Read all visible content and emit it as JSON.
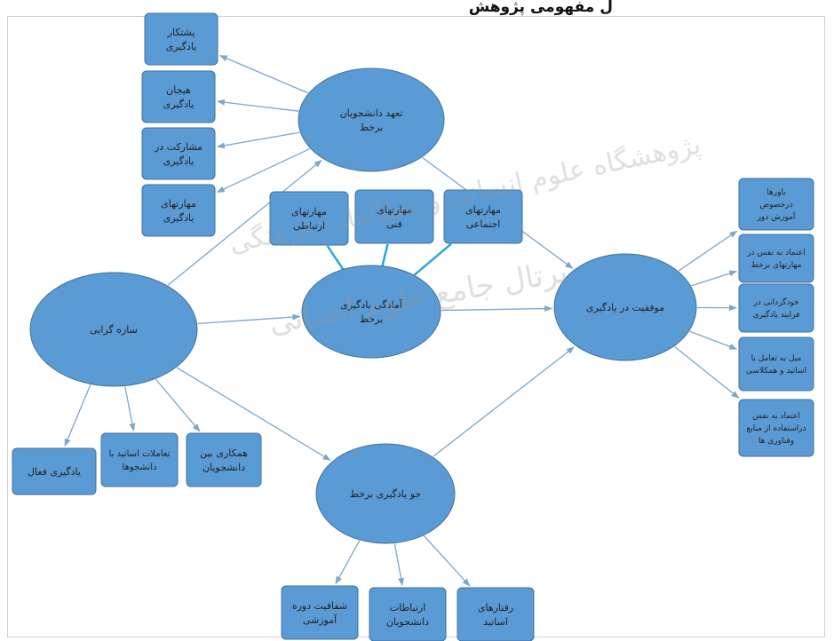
{
  "header": {
    "title_fragment": "ل مفهومی پژوهش"
  },
  "watermark": {
    "line1": "پژوهشگاه علوم انسانی و مطالعات فرهنگی",
    "line2": "پرتال جامع علوم انسانی"
  },
  "colors": {
    "fill": "#5b9bd5",
    "stroke": "#41719c",
    "arrow": "#7fa6c9",
    "teal": "#2aa8d6",
    "text": "#1f1f1f"
  },
  "nodes": [
    {
      "id": "commitment",
      "shape": "ellipse",
      "lines": [
        "تعهد دانشجویان",
        "برخط"
      ]
    },
    {
      "id": "partner",
      "shape": "rect",
      "lines": [
        "پشتکار",
        "یادگیری"
      ]
    },
    {
      "id": "excitement",
      "shape": "rect",
      "lines": [
        "هیجان",
        "یادگیری"
      ]
    },
    {
      "id": "participation",
      "shape": "rect",
      "lines": [
        "مشارکت در",
        "یادگیری"
      ]
    },
    {
      "id": "learning-skills",
      "shape": "rect",
      "lines": [
        "مهارتهای",
        "یادگیری"
      ]
    },
    {
      "id": "comm-skills",
      "shape": "rect",
      "lines": [
        "مهارتهای",
        "ارتباطی"
      ]
    },
    {
      "id": "tech-skills",
      "shape": "rect",
      "lines": [
        "مهارتهای",
        "فنی"
      ]
    },
    {
      "id": "social-skills",
      "shape": "rect",
      "lines": [
        "مهارتهای",
        "اجتماعی"
      ]
    },
    {
      "id": "readiness",
      "shape": "ellipse",
      "lines": [
        "آمادگی یادگیری",
        "برخط"
      ]
    },
    {
      "id": "constructivism",
      "shape": "ellipse",
      "lines": [
        "سازه گرایی"
      ]
    },
    {
      "id": "success",
      "shape": "ellipse",
      "lines": [
        "موفقیت در یادگیری"
      ]
    },
    {
      "id": "climate",
      "shape": "ellipse",
      "lines": [
        "جو یادگیری برخط"
      ]
    },
    {
      "id": "beliefs",
      "shape": "rect",
      "lines": [
        "باورها",
        "درخصوص",
        "آموزش دور"
      ]
    },
    {
      "id": "self-confidence-skills",
      "shape": "rect",
      "lines": [
        "اعتماد به نفس در",
        "مهارتهای برخط"
      ]
    },
    {
      "id": "self-direction",
      "shape": "rect",
      "lines": [
        "خودگردانی در",
        "فرایند یادگیری"
      ]
    },
    {
      "id": "interaction-desire",
      "shape": "rect",
      "lines": [
        "میل به تعامل با",
        "اساتید و همکلاسی"
      ]
    },
    {
      "id": "confidence-resources",
      "shape": "rect",
      "lines": [
        "اعتماد به نفس",
        "دراستفاده از منابع",
        "وفناوری ها"
      ]
    },
    {
      "id": "active-learning",
      "shape": "rect",
      "lines": [
        "یادگیری فعال"
      ]
    },
    {
      "id": "teacher-interactions",
      "shape": "rect",
      "lines": [
        "تعاملات اساتید با",
        "دانشجوها"
      ]
    },
    {
      "id": "peer-cooperation",
      "shape": "rect",
      "lines": [
        "همکاری بین",
        "دانشجویان"
      ]
    },
    {
      "id": "course-transparency",
      "shape": "rect",
      "lines": [
        "شفافیت دوره",
        "آموزشی"
      ]
    },
    {
      "id": "student-relations",
      "shape": "rect",
      "lines": [
        "ارتباطات",
        "دانشجویان"
      ]
    },
    {
      "id": "teacher-behaviors",
      "shape": "rect",
      "lines": [
        "رفتارهای",
        "اساتید"
      ]
    }
  ],
  "edges": [
    {
      "from": "commitment",
      "to": "partner",
      "style": "arrow"
    },
    {
      "from": "commitment",
      "to": "excitement",
      "style": "arrow"
    },
    {
      "from": "commitment",
      "to": "participation",
      "style": "arrow"
    },
    {
      "from": "commitment",
      "to": "learning-skills",
      "style": "arrow"
    },
    {
      "from": "commitment",
      "to": "success",
      "style": "arrow"
    },
    {
      "from": "constructivism",
      "to": "commitment",
      "style": "arrow"
    },
    {
      "from": "constructivism",
      "to": "readiness",
      "style": "arrow"
    },
    {
      "from": "constructivism",
      "to": "climate",
      "style": "arrow"
    },
    {
      "from": "constructivism",
      "to": "active-learning",
      "style": "arrow"
    },
    {
      "from": "constructivism",
      "to": "teacher-interactions",
      "style": "arrow"
    },
    {
      "from": "constructivism",
      "to": "peer-cooperation",
      "style": "arrow"
    },
    {
      "from": "readiness",
      "to": "success",
      "style": "arrow"
    },
    {
      "from": "climate",
      "to": "success",
      "style": "arrow"
    },
    {
      "from": "climate",
      "to": "course-transparency",
      "style": "arrow"
    },
    {
      "from": "climate",
      "to": "student-relations",
      "style": "arrow"
    },
    {
      "from": "climate",
      "to": "teacher-behaviors",
      "style": "arrow"
    },
    {
      "from": "success",
      "to": "beliefs",
      "style": "arrow"
    },
    {
      "from": "success",
      "to": "self-confidence-skills",
      "style": "arrow"
    },
    {
      "from": "success",
      "to": "self-direction",
      "style": "arrow"
    },
    {
      "from": "success",
      "to": "interaction-desire",
      "style": "arrow"
    },
    {
      "from": "success",
      "to": "confidence-resources",
      "style": "arrow"
    },
    {
      "from": "comm-skills",
      "to": "readiness",
      "style": "line"
    },
    {
      "from": "tech-skills",
      "to": "readiness",
      "style": "line"
    },
    {
      "from": "social-skills",
      "to": "readiness",
      "style": "line"
    }
  ]
}
